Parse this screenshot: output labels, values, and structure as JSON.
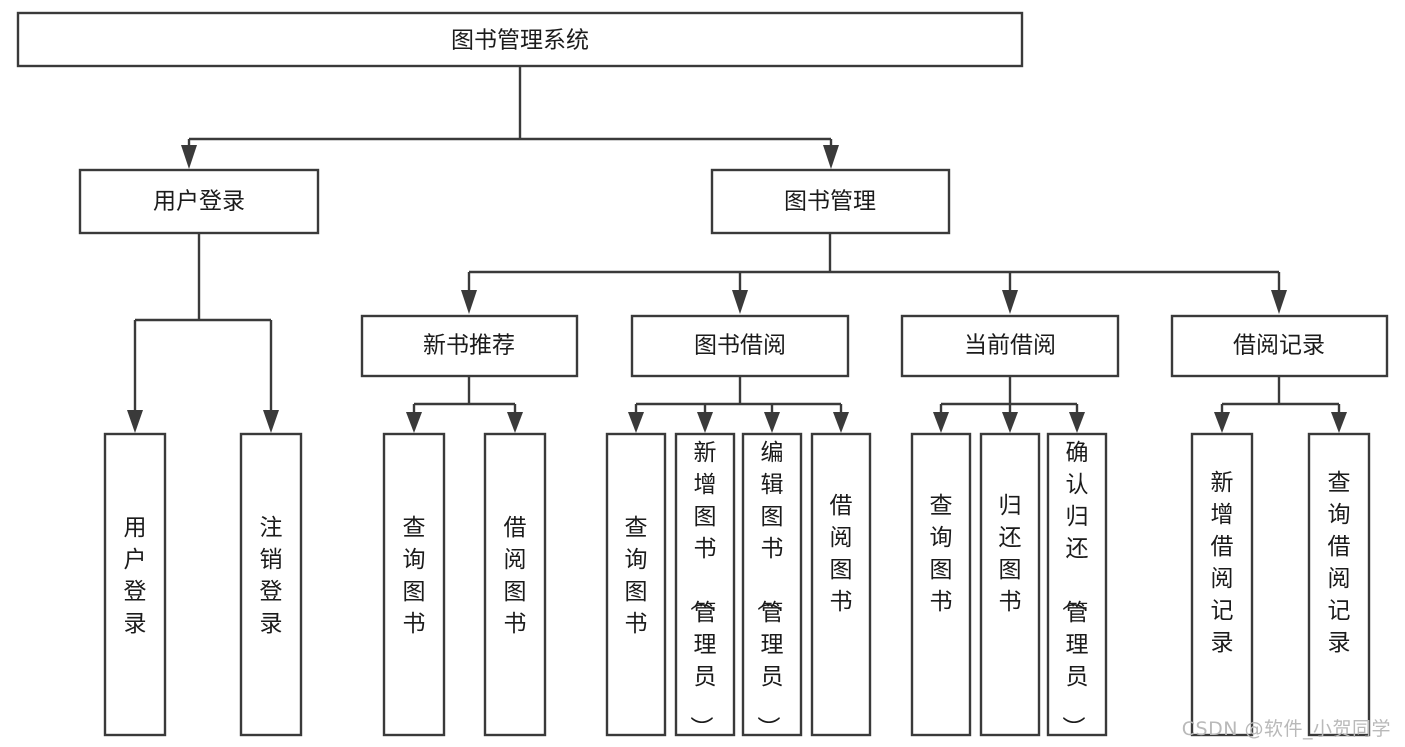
{
  "diagram": {
    "type": "tree",
    "title": "图书管理系统",
    "orientation": "top-down",
    "colors": {
      "box_fill": "#ffffff",
      "box_stroke": "#3a3a3a",
      "text": "#1b1b1b",
      "watermark": "#b9b9b9"
    },
    "levels": {
      "root": {
        "label": "图书管理系统"
      },
      "level2": [
        {
          "label": "用户登录"
        },
        {
          "label": "图书管理"
        }
      ],
      "level3": [
        {
          "label": "新书推荐"
        },
        {
          "label": "图书借阅"
        },
        {
          "label": "当前借阅"
        },
        {
          "label": "借阅记录"
        }
      ],
      "leaves": {
        "user_login": [
          {
            "label": "用户登录"
          },
          {
            "label": "注销登录"
          }
        ],
        "new_book_recommend": [
          {
            "label": "查询图书"
          },
          {
            "label": "借阅图书"
          }
        ],
        "book_borrow": [
          {
            "label": "查询图书"
          },
          {
            "label": "新增图书（管理员）"
          },
          {
            "label": "编辑图书（管理员）"
          },
          {
            "label": "借阅图书"
          }
        ],
        "current_borrow": [
          {
            "label": "查询图书"
          },
          {
            "label": "归还图书"
          },
          {
            "label": "确认归还（管理员）"
          }
        ],
        "borrow_records": [
          {
            "label": "新增借阅记录"
          },
          {
            "label": "查询借阅记录"
          }
        ]
      }
    }
  },
  "watermark": {
    "text": "CSDN @软件_小贺同学"
  }
}
